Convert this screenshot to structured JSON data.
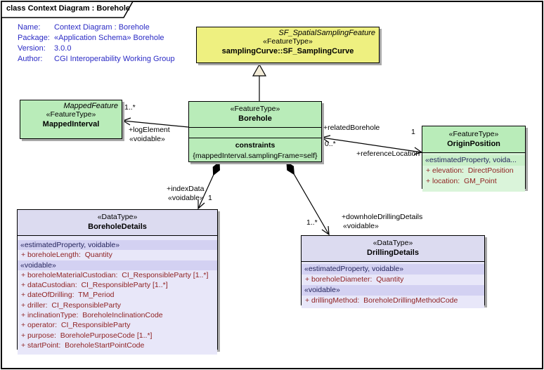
{
  "frame": {
    "label": "class Context Diagram : Borehole"
  },
  "metadata": {
    "rows": [
      {
        "label": "Name:",
        "value": "Context Diagram : Borehole"
      },
      {
        "label": "Package:",
        "value": "«Application Schema» Borehole"
      },
      {
        "label": "Version:",
        "value": "3.0.0"
      },
      {
        "label": "Author:",
        "value": "CGI Interoperability Working Group"
      }
    ]
  },
  "classes": {
    "samplingCurve": {
      "parent": "SF_SpatialSamplingFeature",
      "stereotype": "«FeatureType»",
      "name": "samplingCurve::SF_SamplingCurve"
    },
    "mappedInterval": {
      "parent": "MappedFeature",
      "stereotype": "«FeatureType»",
      "name": "MappedInterval"
    },
    "borehole": {
      "stereotype": "«FeatureType»",
      "name": "Borehole",
      "constraints_title": "constraints",
      "constraints_text": "{mappedInterval.samplingFrame=self}"
    },
    "originPosition": {
      "stereotype": "«FeatureType»",
      "name": "OriginPosition",
      "sections": [
        {
          "band": "«estimatedProperty, voida...",
          "attrs": [
            {
              "vis": "+",
              "text": "elevation:  DirectPosition"
            },
            {
              "vis": "+",
              "text": "location:  GM_Point"
            }
          ]
        }
      ]
    },
    "boreholeDetails": {
      "stereotype": "«DataType»",
      "name": "BoreholeDetails",
      "sections": [
        {
          "band": "«estimatedProperty, voidable»",
          "attrs": [
            {
              "vis": "+",
              "text": "boreholeLength:  Quantity"
            }
          ]
        },
        {
          "band": "«voidable»",
          "attrs": [
            {
              "vis": "+",
              "text": "boreholeMaterialCustodian:  CI_ResponsibleParty [1..*]"
            },
            {
              "vis": "+",
              "text": "dataCustodian:  CI_ResponsibleParty [1..*]"
            },
            {
              "vis": "+",
              "text": "dateOfDrilling:  TM_Period"
            },
            {
              "vis": "+",
              "text": "driller:  CI_ResponsibleParty"
            },
            {
              "vis": "+",
              "text": "inclinationType:  BoreholeInclinationCode"
            },
            {
              "vis": "+",
              "text": "operator:  CI_ResponsibleParty"
            },
            {
              "vis": "+",
              "text": "purpose:  BoreholePurposeCode [1..*]"
            },
            {
              "vis": "+",
              "text": "startPoint:  BoreholeStartPointCode"
            }
          ]
        }
      ]
    },
    "drillingDetails": {
      "stereotype": "«DataType»",
      "name": "DrillingDetails",
      "sections": [
        {
          "band": "«estimatedProperty, voidable»",
          "attrs": [
            {
              "vis": "+",
              "text": "boreholeDiameter:  Quantity"
            }
          ]
        },
        {
          "band": "«voidable»",
          "attrs": [
            {
              "vis": "+",
              "text": "drillingMethod:  BoreholeDrillingMethodCode"
            }
          ]
        }
      ]
    }
  },
  "connectors": {
    "logElement": {
      "mult": "1..*",
      "role": "+logElement",
      "stereo": "«voidable»"
    },
    "relatedBorehole": {
      "role": "+relatedBorehole",
      "mult": "0..*"
    },
    "referenceLocation": {
      "role": "+referenceLocation",
      "mult": "1"
    },
    "indexData": {
      "role": "+indexData",
      "stereo": "«voidable»",
      "mult": "1"
    },
    "downholeDrillingDetails": {
      "role": "+downholeDrillingDetails",
      "stereo": "«voidable»",
      "mult": "1..*"
    }
  },
  "colors": {
    "feature_green": "#b9ecb9",
    "abstract_yellow": "#eef080",
    "datatype_purple": "#dcdbf0",
    "attribute_text": "#8e1f1f",
    "metadata_blue": "#2b2bc5",
    "shadow_gray": "#a8a8a8"
  }
}
